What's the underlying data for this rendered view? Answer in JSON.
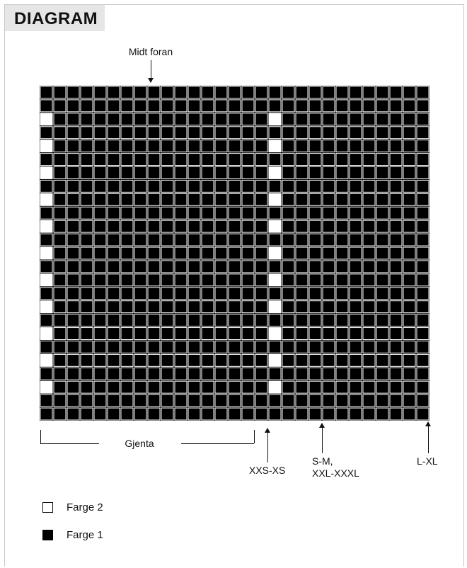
{
  "header": {
    "title": "DIAGRAM"
  },
  "annotations": {
    "center_front": "Midt foran",
    "repeat": "Gjenta",
    "size_xxs_xs": "XXS-XS",
    "size_s_m": "S-M,\nXXL-XXXL",
    "size_l_xl": "L-XL"
  },
  "legend": [
    {
      "label": "Farge 2",
      "color": "#ffffff"
    },
    {
      "label": "Farge 1",
      "color": "#000000"
    }
  ],
  "chart_data": {
    "type": "knitting-chart",
    "columns": 29,
    "rows": 25,
    "colors": {
      "0": "#000000",
      "1": "#ffffff"
    },
    "grid": [
      "00000000000000000000000000000",
      "00000000000000000000000000000",
      "10000000000000000100000000000",
      "00000000000000000000000000000",
      "10000000000000000100000000000",
      "00000000000000000000000000000",
      "10000000000000000100000000000",
      "00000000000000000000000000000",
      "10000000000000000100000000000",
      "00000000000000000000000000000",
      "10000000000000000100000000000",
      "00000000000000000000000000000",
      "10000000000000000100000000000",
      "00000000000000000000000000000",
      "10000000000000000100000000000",
      "00000000000000000000000000000",
      "10000000000000000100000000000",
      "00000000000000000000000000000",
      "10000000000000000100000000000",
      "00000000000000000000000000000",
      "10000000000000000100000000000",
      "00000000000000000000000000000",
      "10000000000000000100000000000",
      "00000000000000000000000000000",
      "00000000000000000000000000000"
    ]
  }
}
